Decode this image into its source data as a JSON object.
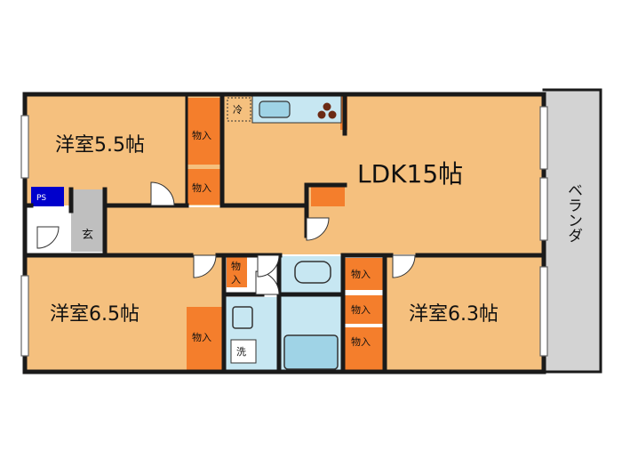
{
  "rooms": {
    "western_1": "洋室5.5帖",
    "western_2": "洋室6.5帖",
    "western_3": "洋室6.3帖",
    "ldk": "LDK15帖",
    "entrance": "玄",
    "veranda": "ベランダ"
  },
  "labels": {
    "storage": "物入",
    "storage_top": "物",
    "storage_bottom": "入",
    "fridge": "冷",
    "ps": "PS",
    "laundry": "洗"
  },
  "colors": {
    "floor": "#F5C07E",
    "wet": "#C7E7F2",
    "storage": "#F47E2C",
    "entrance": "#BFBFBF",
    "veranda": "#D3D3D3",
    "ps": "#0000CC",
    "wall": "#1a1a1a"
  }
}
